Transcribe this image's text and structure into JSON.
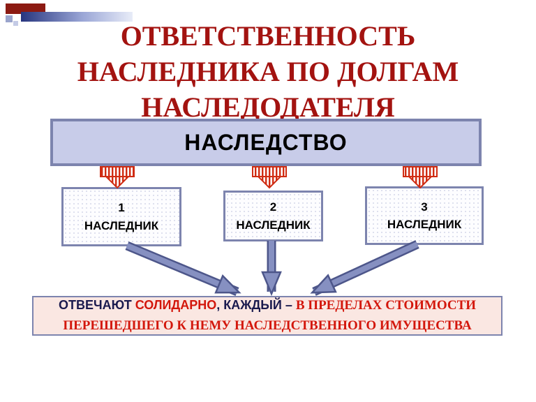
{
  "slide": {
    "title_lines": [
      "ОТВЕТСТВЕННОСТЬ",
      "НАСЛЕДНИКА ПО ДОЛГАМ",
      "НАСЛЕДОДАТЕЛЯ"
    ]
  },
  "estate_box": {
    "label": "НАСЛЕДСТВО"
  },
  "heirs": [
    {
      "number": "1",
      "label": "НАСЛЕДНИК"
    },
    {
      "number": "2",
      "label": "НАСЛЕДНИК"
    },
    {
      "number": "3",
      "label": "НАСЛЕДНИК"
    }
  ],
  "conclusion": {
    "line1": [
      {
        "text": "ОТВЕЧАЮТ "
      },
      {
        "text": "СОЛИДАРНО"
      },
      {
        "text": ", КАЖДЫЙ – "
      },
      {
        "text": "В ПРЕДЕЛАХ СТОИМОСТИ"
      }
    ],
    "line2": [
      {
        "text": "ПЕРЕШЕДШЕГО К НЕМУ НАСЛЕДСТВЕННОГО ИМУЩЕСТВА"
      }
    ]
  },
  "colors": {
    "title_red": "#a31310",
    "deco_red": "#8c1a12",
    "estate_bg": "#c8cce9",
    "box_border": "#7d84ae",
    "heir_bg": "#fdfdff",
    "funnel_red": "#d02c12",
    "arrow_fill": "#8690c1",
    "arrow_outline": "#4d568a",
    "conclusion_bg": "#fae7e2",
    "conclusion_navy": "#1a1a4e",
    "conclusion_red": "#d3170c"
  }
}
